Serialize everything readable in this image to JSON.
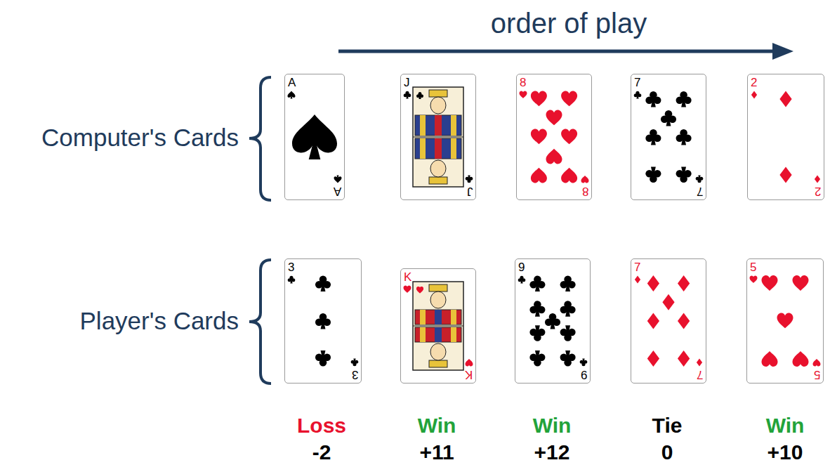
{
  "diagram": {
    "nodes": [
      {
        "text": [
          "A",
          "A"
        ]
      },
      {
        "text": [
          "J",
          "J"
        ]
      },
      {
        "text": [
          "8",
          "8"
        ]
      },
      {
        "text": [
          "7",
          "7"
        ]
      },
      {
        "text": [
          "2",
          "2"
        ]
      },
      {
        "text": [
          "3",
          "3"
        ]
      },
      {
        "text": [
          "K",
          "K"
        ]
      },
      {
        "text": [
          "9",
          "9"
        ]
      },
      {
        "text": [
          "7",
          "7"
        ]
      },
      {
        "text": [
          "5",
          "5"
        ]
      }
    ],
    "labels": [
      "order of play",
      "Computer's Cards",
      "Player's Cards",
      "Loss",
      "Win",
      "Win",
      "Tie",
      "Win",
      "-2",
      "+11",
      "+12",
      "0",
      "+10"
    ]
  }
}
